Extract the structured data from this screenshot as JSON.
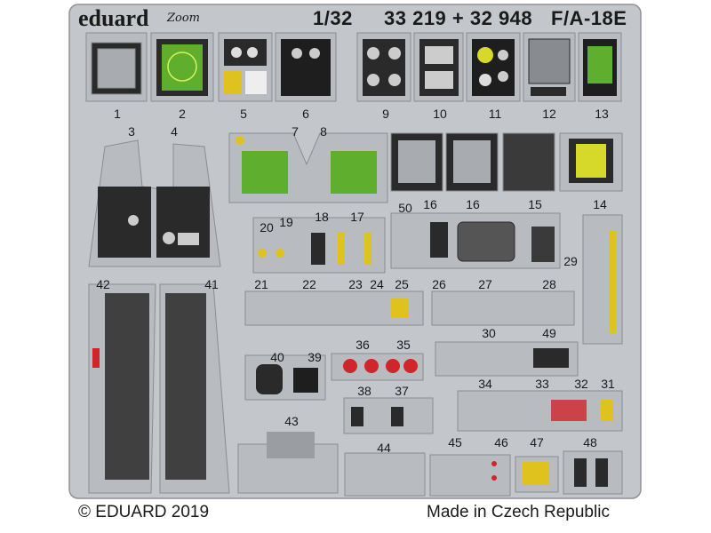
{
  "header": {
    "brand": "eduard",
    "brand_sub": "Zoom",
    "scale": "1/32",
    "set_numbers": "33 219 + 32 948",
    "aircraft": "F/A-18E"
  },
  "footer": {
    "copyright": "© EDUARD 2019",
    "origin": "Made in Czech Republic"
  },
  "parts": {
    "p1": "1",
    "p2": "2",
    "p3": "3",
    "p4": "4",
    "p5": "5",
    "p6": "6",
    "p7": "7",
    "p8": "8",
    "p9": "9",
    "p10": "10",
    "p11": "11",
    "p12": "12",
    "p13": "13",
    "p14": "14",
    "p15": "15",
    "p16a": "16",
    "p16b": "16",
    "p17": "17",
    "p18": "18",
    "p19": "19",
    "p20": "20",
    "p21": "21",
    "p22": "22",
    "p23": "23",
    "p24": "24",
    "p25": "25",
    "p26": "26",
    "p27": "27",
    "p28": "28",
    "p29": "29",
    "p30": "30",
    "p31": "31",
    "p32": "32",
    "p33": "33",
    "p34": "34",
    "p35": "35",
    "p36": "36",
    "p37": "37",
    "p38": "38",
    "p39": "39",
    "p40": "40",
    "p41": "41",
    "p42": "42",
    "p43": "43",
    "p44": "44",
    "p45": "45",
    "p46": "46",
    "p47": "47",
    "p48": "48",
    "p49": "49",
    "p50": "50"
  },
  "colors": {
    "fret": "#c3c6cb",
    "fret_edge": "#8e9197",
    "panel_dark": "#2a2a2a",
    "screen_green": "#6fbf3a",
    "screen_yellow": "#d7d92a",
    "warning_red": "#d0262b",
    "caution_yellow": "#e0c21e"
  }
}
